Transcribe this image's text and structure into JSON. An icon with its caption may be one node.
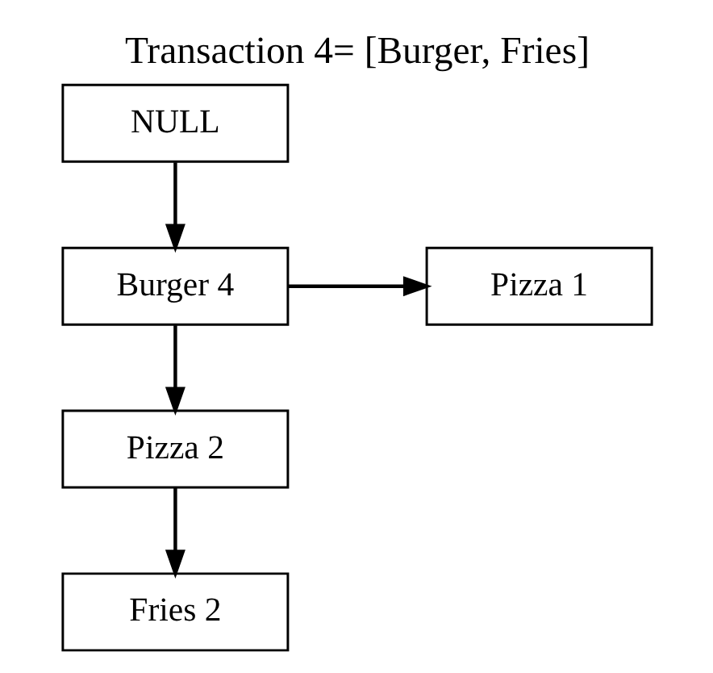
{
  "diagram": {
    "title": "Transaction 4= [Burger, Fries]",
    "nodes": [
      {
        "text": [
          "NULL"
        ]
      },
      {
        "text": [
          "Burger 4"
        ]
      },
      {
        "text": [
          "Pizza 1"
        ]
      },
      {
        "text": [
          "Pizza 2"
        ]
      },
      {
        "text": [
          "Fries 2"
        ]
      }
    ],
    "edges": [
      {
        "from": 0,
        "to": 1,
        "arrow": "to"
      },
      {
        "from": 1,
        "to": 2,
        "arrow": "to"
      },
      {
        "from": 1,
        "to": 3,
        "arrow": "to"
      },
      {
        "from": 3,
        "to": 4,
        "arrow": "to"
      }
    ]
  }
}
